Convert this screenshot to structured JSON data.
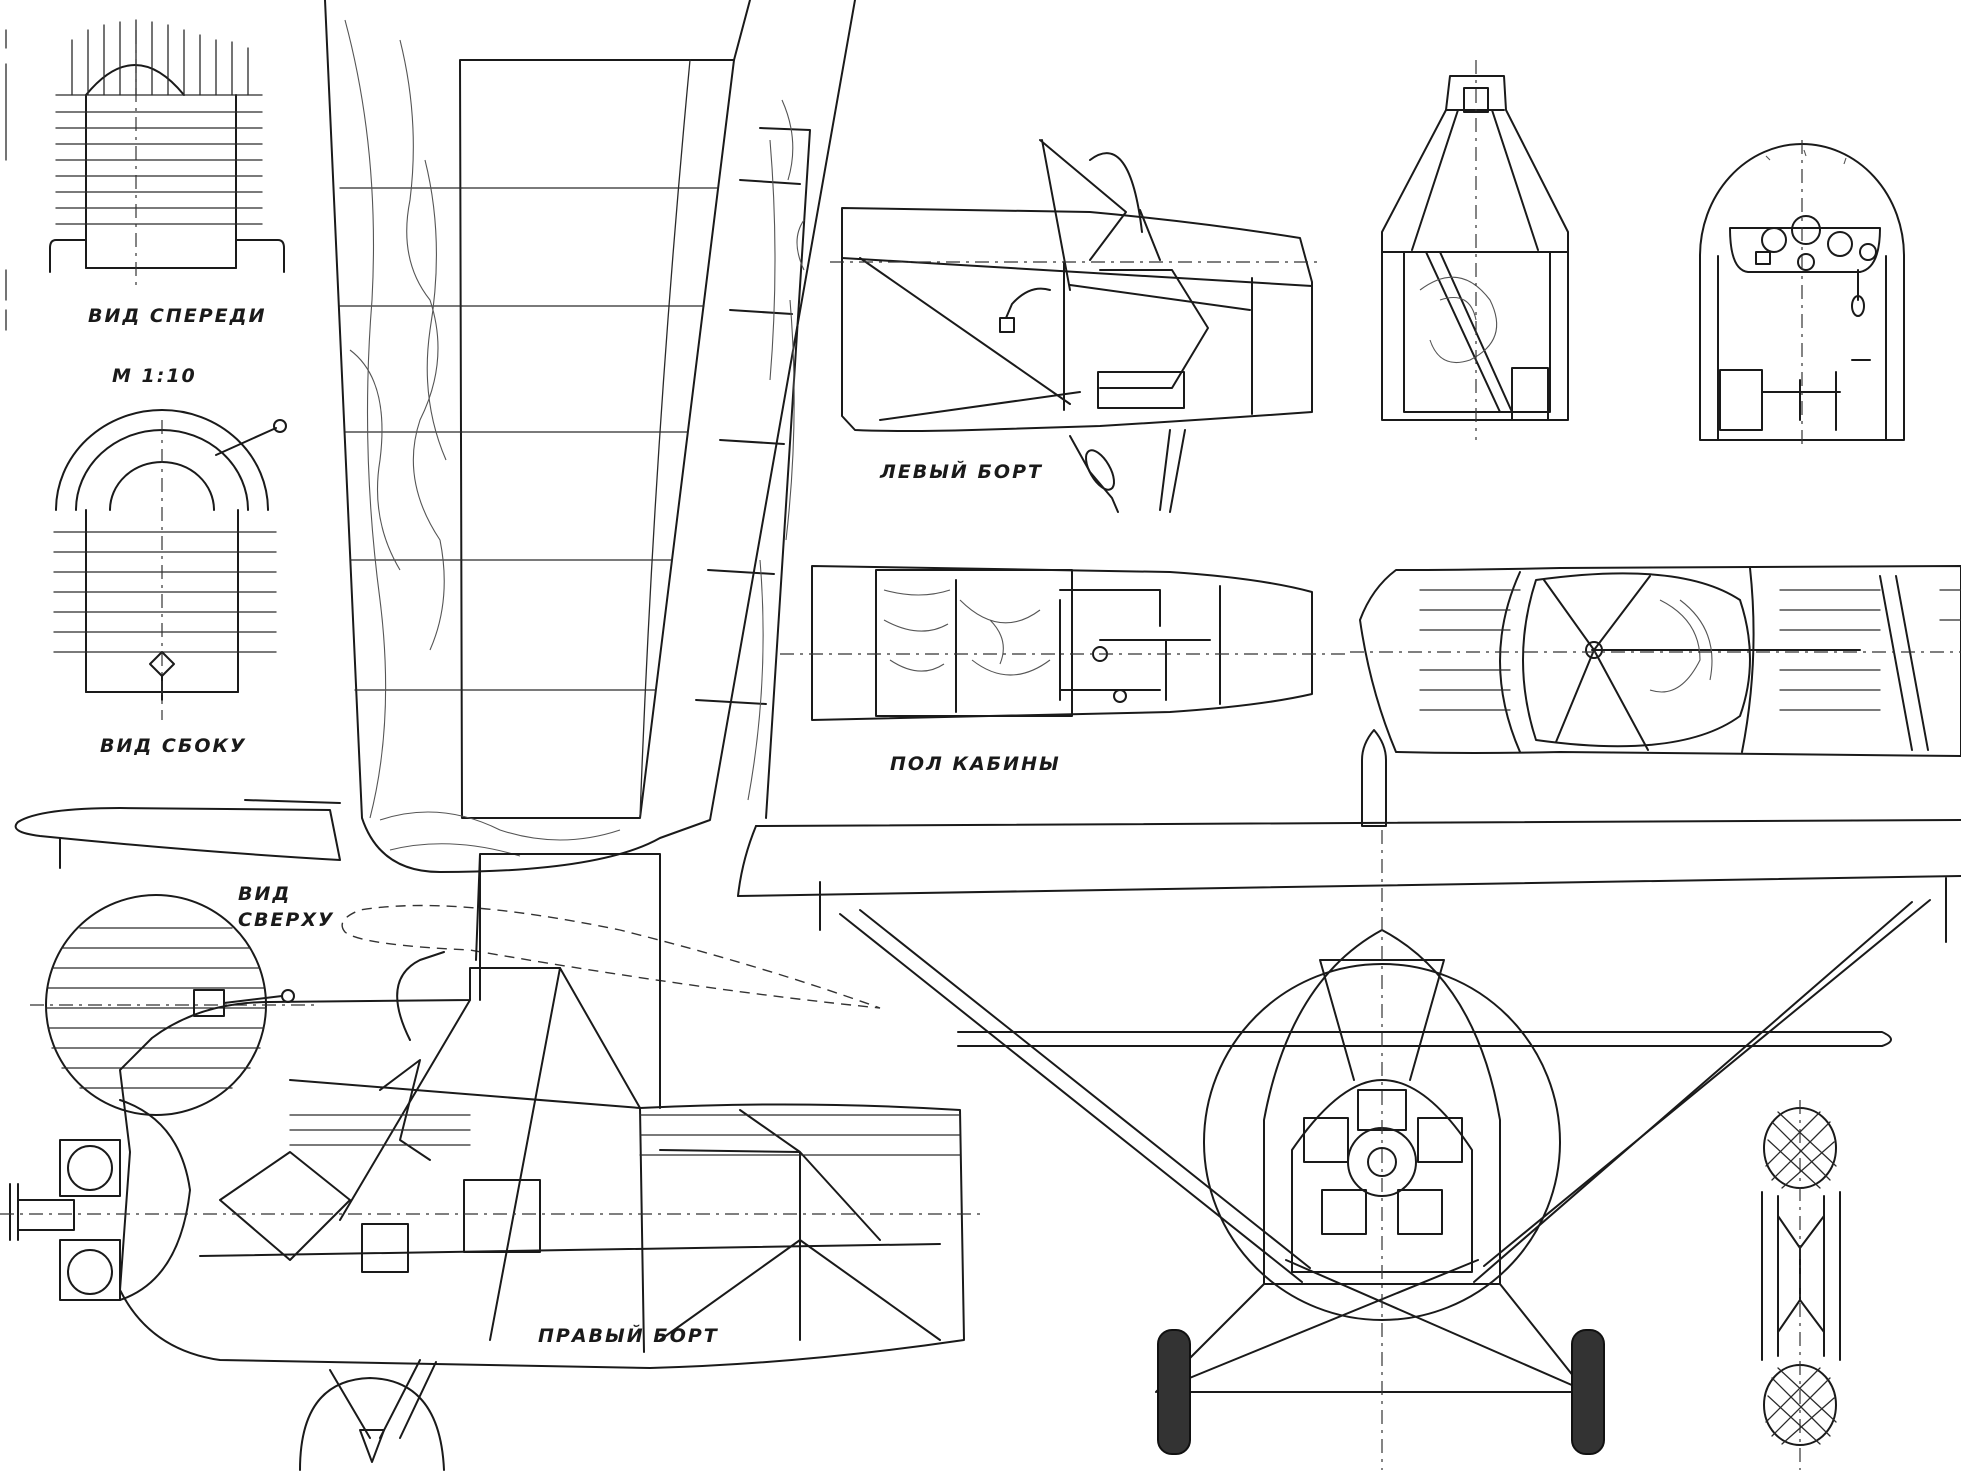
{
  "labels": {
    "front_view": "ВИД СПЕРЕДИ",
    "scale": "М 1:10",
    "side_view": "ВИД СБОКУ",
    "top_view_1": "ВИД",
    "top_view_2": "СВЕРХУ",
    "left_side": "ЛЕВЫЙ БОРТ",
    "cabin_floor": "ПОЛ КАБИНЫ",
    "right_side": "ПРАВЫЙ БОРТ"
  },
  "colors": {
    "ink": "#1a1a1a",
    "paper": "#ffffff"
  }
}
